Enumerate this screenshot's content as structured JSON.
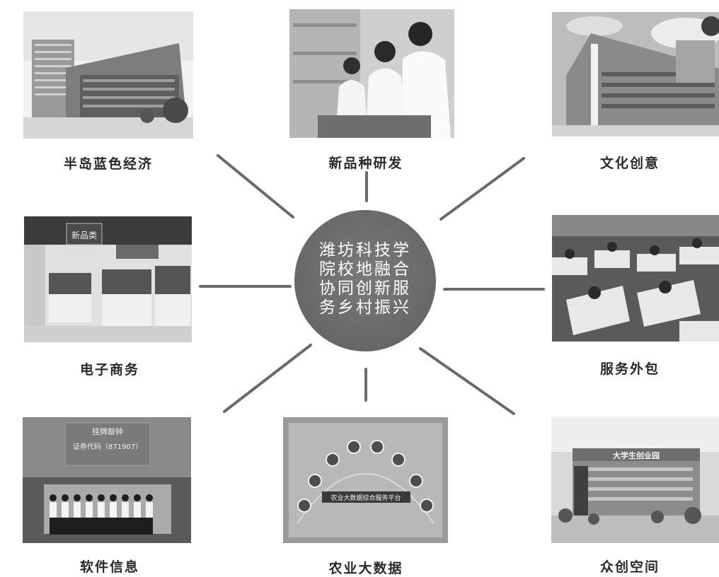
{
  "center": {
    "lines": [
      "潍坊科技学",
      "院校地融合",
      "协同创新服",
      "务乡村振兴"
    ]
  },
  "nodes": {
    "n1": {
      "label": "半岛蓝色经济",
      "image": "office-building-photo"
    },
    "n2": {
      "label": "新品种研发",
      "image": "laboratory-researchers-photo"
    },
    "n3": {
      "label": "文化创意",
      "image": "modern-building-photo"
    },
    "n4": {
      "label": "电子商务",
      "image": "retail-showroom-photo"
    },
    "n5": {
      "label": "服务外包",
      "image": "call-center-cubicles-photo"
    },
    "n6": {
      "label": "软件信息",
      "image": "company-unveiling-ceremony-photo"
    },
    "n7": {
      "label": "农业大数据",
      "image": "big-data-platform-screen-photo"
    },
    "n8": {
      "label": "众创空间",
      "image": "startup-park-building-photo"
    }
  },
  "photo_signs": {
    "n4_sign": "新品类",
    "n6_title": "挂牌敲钟",
    "n6_code": "证券代码（871907）",
    "n7_banner": "农业大数据综合服务平台",
    "n8_sign": "大学生创业园"
  },
  "colors": {
    "hub": "#6e6e6e",
    "connector": "#6a6a6a",
    "caption": "#2a2a2a"
  }
}
